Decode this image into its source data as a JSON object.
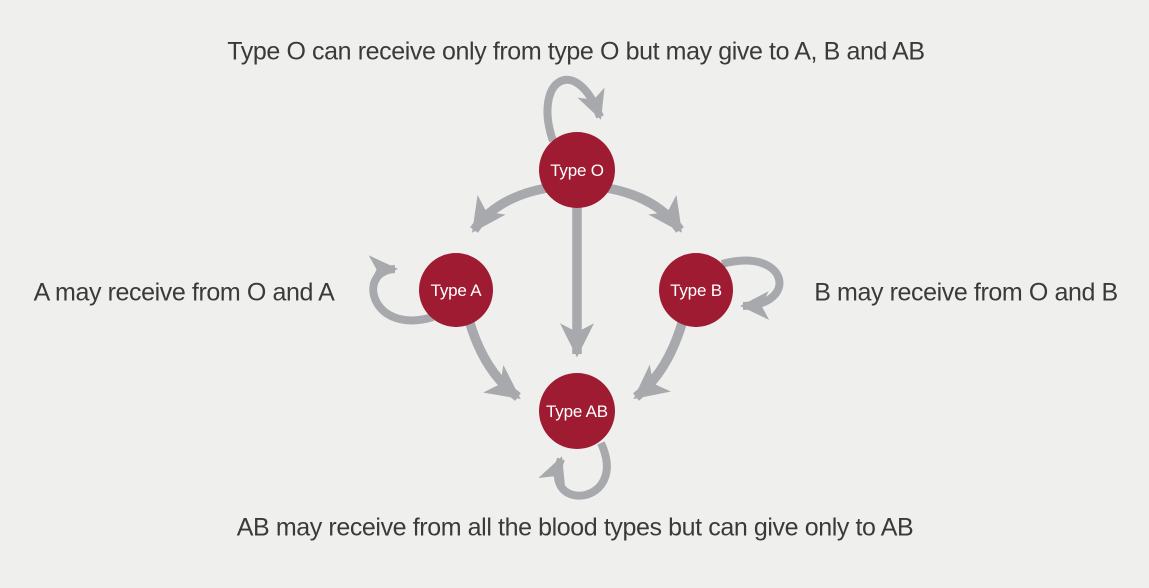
{
  "colors": {
    "background": "#efefed",
    "node": "#9e1b32",
    "arrow": "#a7a9ac",
    "text": "#3a3a3a",
    "label": "#ffffff"
  },
  "annotations": {
    "top": "Type O can receive only from type O but may give to A, B and AB",
    "left": "A may receive from O and A",
    "right": "B may receive from O and B",
    "bottom": "AB may receive from all the blood types but can give only to AB"
  },
  "nodes": [
    {
      "id": "type-o",
      "label": "Type O"
    },
    {
      "id": "type-a",
      "label": "Type A"
    },
    {
      "id": "type-b",
      "label": "Type B"
    },
    {
      "id": "type-ab",
      "label": "Type AB"
    }
  ],
  "edges": [
    {
      "from": "Type O",
      "to": "Type O",
      "type": "self-loop"
    },
    {
      "from": "Type O",
      "to": "Type A",
      "type": "arrow"
    },
    {
      "from": "Type O",
      "to": "Type B",
      "type": "arrow"
    },
    {
      "from": "Type O",
      "to": "Type AB",
      "type": "arrow"
    },
    {
      "from": "Type A",
      "to": "Type A",
      "type": "self-loop"
    },
    {
      "from": "Type A",
      "to": "Type AB",
      "type": "arrow"
    },
    {
      "from": "Type B",
      "to": "Type B",
      "type": "self-loop"
    },
    {
      "from": "Type B",
      "to": "Type AB",
      "type": "arrow"
    },
    {
      "from": "Type AB",
      "to": "Type AB",
      "type": "self-loop"
    }
  ]
}
